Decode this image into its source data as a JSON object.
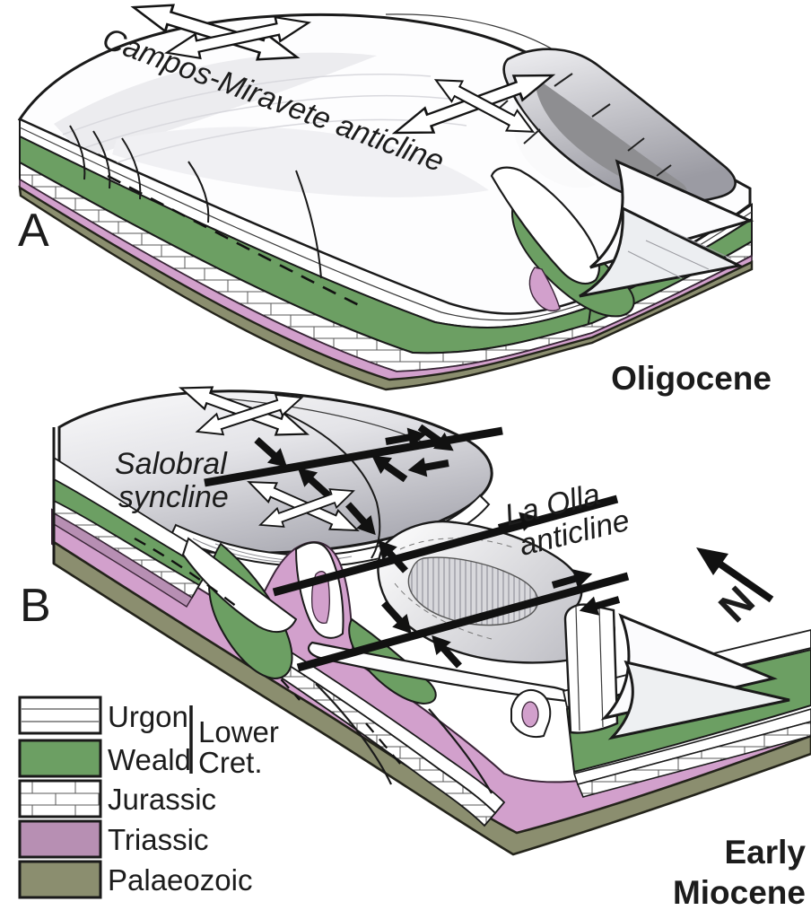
{
  "figure": {
    "type": "geological-block-diagram",
    "panel_a": {
      "label": "A",
      "stage": "Oligocene",
      "anticline_label": "Campos-Miravete anticline"
    },
    "panel_b": {
      "label": "B",
      "stage_line1": "Early",
      "stage_line2": "Miocene",
      "syncline_line1": "Salobral",
      "syncline_line2": "syncline",
      "anticline_line1": "La Olla",
      "anticline_line2": "anticline"
    },
    "compass": {
      "north_label": "N"
    },
    "legend": {
      "bracket_line1": "Lower",
      "bracket_line2": "Cret.",
      "items": [
        {
          "label": "Urgon",
          "fill": "#ffffff",
          "pattern": "horizontal-lines"
        },
        {
          "label": "Weald",
          "fill": "#6c9f63",
          "pattern": "solid"
        },
        {
          "label": "Jurassic",
          "fill": "#ffffff",
          "pattern": "brick"
        },
        {
          "label": "Triassic",
          "fill": "#b78fb3",
          "pattern": "solid"
        },
        {
          "label": "Palaeozoic",
          "fill": "#8b8e6f",
          "pattern": "solid"
        }
      ]
    },
    "colors": {
      "weald_green": "#6c9f63",
      "triassic_pink_face": "#d2a0cc",
      "triassic_pink_legend": "#b78fb3",
      "palaeozoic_olive": "#8b8e6f",
      "outline": "#1a1a1a",
      "shade_grey": "#b6b6bc"
    }
  }
}
